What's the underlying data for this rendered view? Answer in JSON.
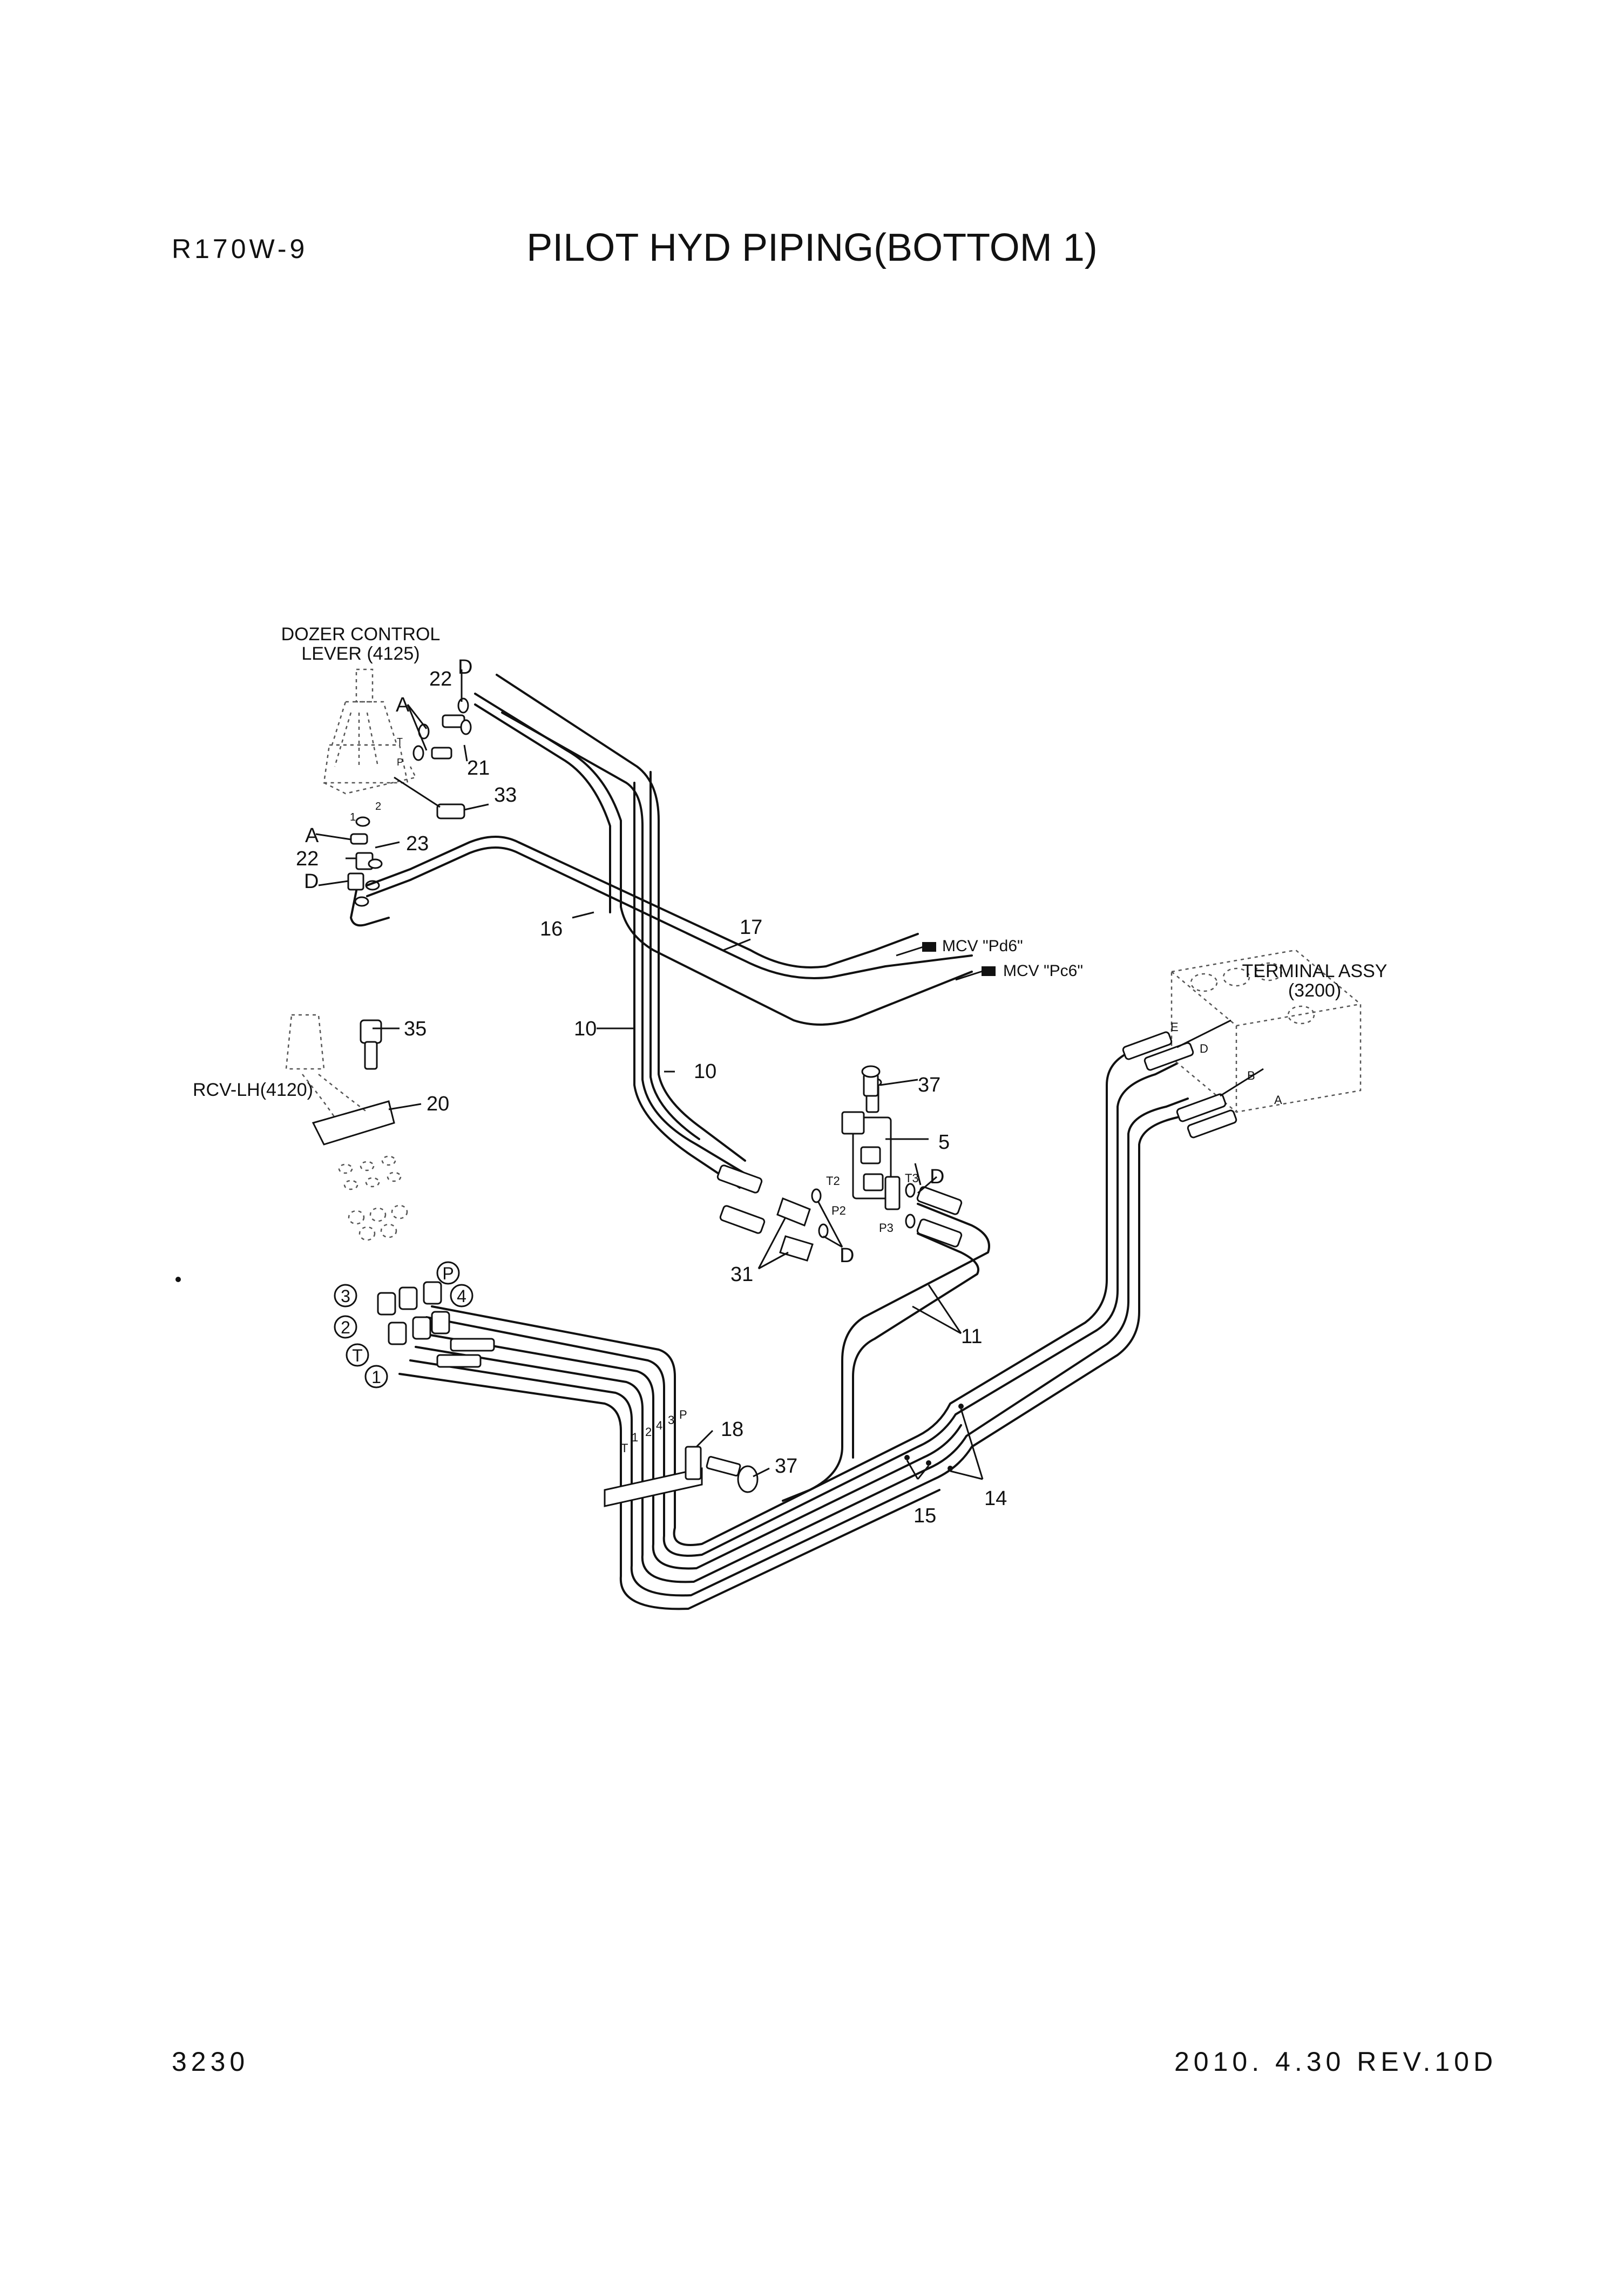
{
  "header": {
    "model": "R170W-9",
    "title": "PILOT HYD PIPING(BOTTOM 1)"
  },
  "footer": {
    "page_number": "3230",
    "revision": "2010. 4.30  REV.10D"
  },
  "diagram": {
    "components": {
      "dozer_control_lever": [
        "DOZER CONTROL",
        "LEVER (4125)"
      ],
      "rcv_lh": "RCV-LH(4120)",
      "terminal_assy": [
        "TERMINAL ASSY",
        "(3200)"
      ],
      "mcv_pd6": "MCV \"Pd6\"",
      "mcv_pc6": "MCV \"Pc6\""
    },
    "part_numbers": {
      "p1": "1",
      "p2": "2",
      "p3": "3",
      "p4": "4",
      "p5": "5",
      "p10a": "10",
      "p10b": "10",
      "p11": "11",
      "p14": "14",
      "p15": "15",
      "p16": "16",
      "p17": "17",
      "p18": "18",
      "p20": "20",
      "p21": "21",
      "p22a": "22",
      "p22b": "22",
      "p23": "23",
      "p31": "31",
      "p33": "33",
      "p35": "35",
      "p37a": "37",
      "p37b": "37"
    },
    "port_letters": {
      "a1": "A",
      "a2": "A",
      "d1": "D",
      "d2": "D",
      "d3": "D",
      "d4": "D",
      "t_circ": "T",
      "p_circ": "P",
      "t2": "T2",
      "t3": "T3",
      "p2": "P2",
      "p3": "P3",
      "term_e": "E",
      "term_d": "D",
      "term_b": "B",
      "term_a": "A",
      "lever_t": "T",
      "lever_p": "P",
      "lever_1": "1",
      "lever_2": "2",
      "hose_t": "T",
      "hose_1": "1",
      "hose_2": "2",
      "hose_4": "4",
      "hose_3": "3",
      "hose_p": "P"
    }
  }
}
